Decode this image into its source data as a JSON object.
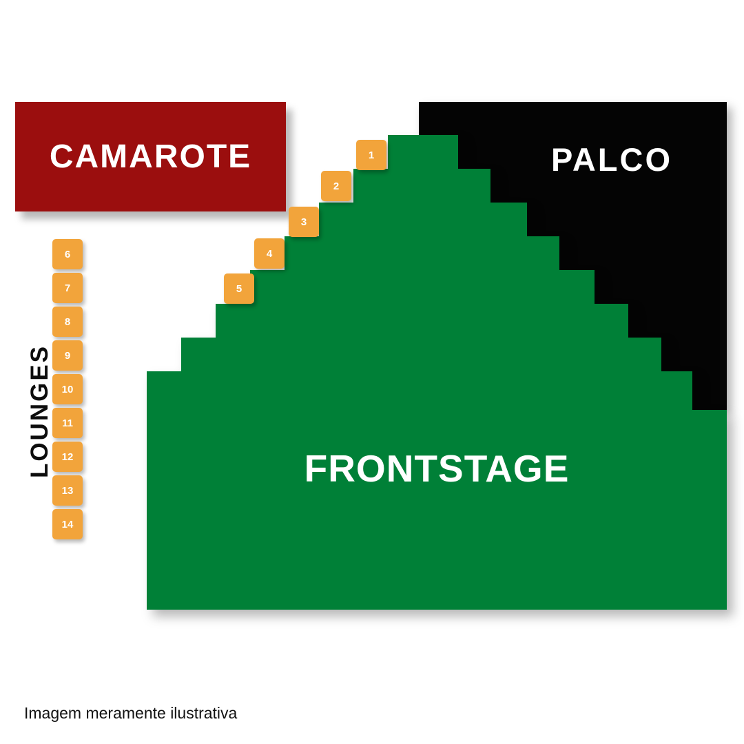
{
  "zones": {
    "camarote_label": "CAMAROTE",
    "palco_label": "PALCO",
    "frontstage_label": "FRONTSTAGE",
    "lounges_label": "LOUNGES"
  },
  "diagonal_squares": [
    "1",
    "2",
    "3",
    "4",
    "5"
  ],
  "lounge_squares": [
    "6",
    "7",
    "8",
    "9",
    "10",
    "11",
    "12",
    "13",
    "14"
  ],
  "caption": "Imagem meramente ilustrativa",
  "colors": {
    "camarote": "#9b0e0e",
    "palco": "#040404",
    "frontstage": "#008037",
    "square": "#f2a43b",
    "label_text": "#ffffff"
  }
}
